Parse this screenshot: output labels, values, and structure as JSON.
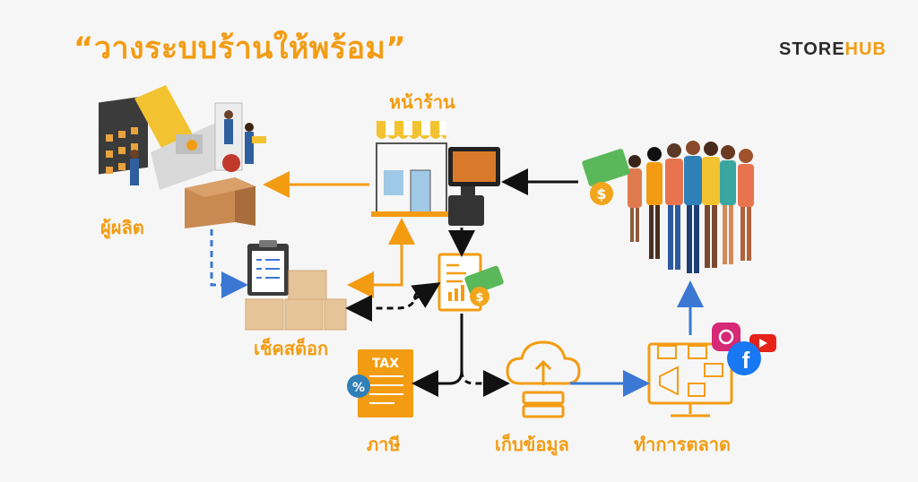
{
  "title": "“วางระบบร้านให้พร้อม”",
  "brand": {
    "part1": "STORE",
    "part2": "HUB"
  },
  "nodes": {
    "storefront": "หน้าร้าน",
    "producer": "ผู้ผลิต",
    "stock_check": "เช็คสต็อก",
    "tax": "ภาษี",
    "data_storage": "เก็บข้อมูล",
    "marketing": "ทำการตลาด"
  },
  "icons": {
    "tax_label": "TAX",
    "percent": "%",
    "dollar": "$",
    "facebook": "f"
  },
  "colors": {
    "accent": "#f39c12",
    "flow_black": "#111111",
    "flow_blue": "#3a78d4"
  }
}
